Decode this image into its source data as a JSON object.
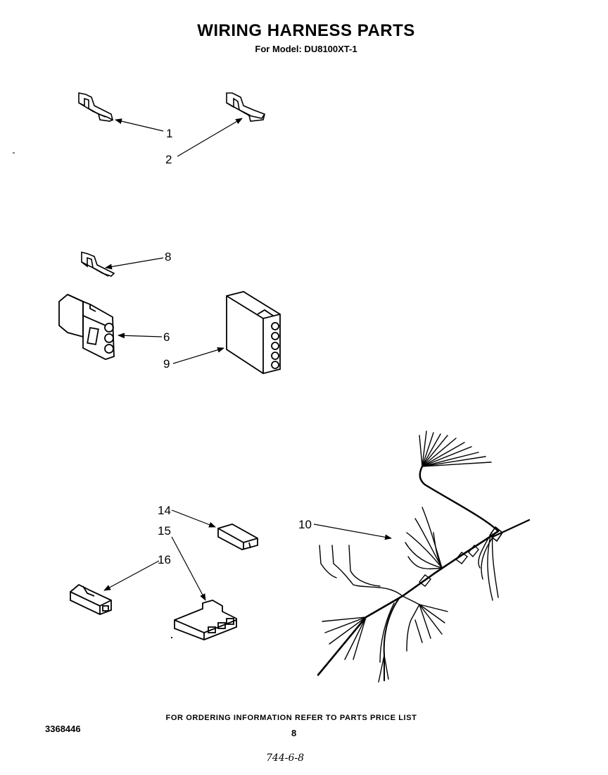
{
  "header": {
    "title": "WIRING HARNESS PARTS",
    "subtitle": "For Model: DU8100XT-1"
  },
  "callouts": {
    "c1": "1",
    "c2": "2",
    "c6": "6",
    "c8": "8",
    "c9": "9",
    "c10": "10",
    "c14": "14",
    "c15": "15",
    "c16": "16"
  },
  "footer": {
    "note": "FOR ORDERING INFORMATION REFER TO PARTS PRICE LIST",
    "doc_number": "3368446",
    "page_number": "8",
    "handwritten": "744-6-8"
  }
}
